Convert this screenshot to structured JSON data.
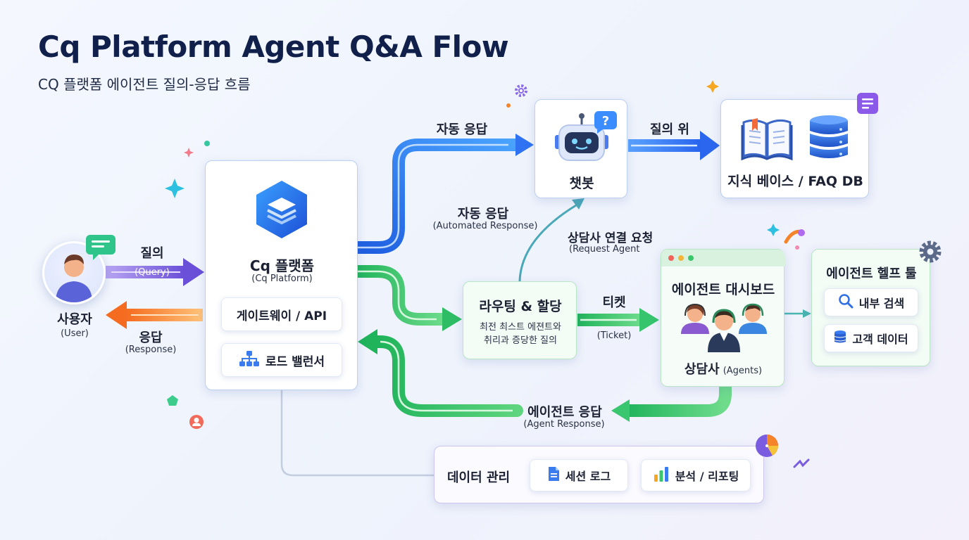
{
  "header": {
    "title": "Cq Platform Agent Q&A Flow",
    "subtitle": "CQ 플랫폼 에이전트 질의-응답 흐름"
  },
  "user": {
    "label": "사용자",
    "sublabel": "(User)"
  },
  "flows": {
    "query": {
      "label": "질의",
      "sublabel": "(Query)"
    },
    "response": {
      "label": "응답",
      "sublabel": "(Response)"
    },
    "auto_reply_top": {
      "label": "자동 응답"
    },
    "auto_reply_mid": {
      "label": "자동 응답",
      "sublabel": "(Automated Response)"
    },
    "delegate": {
      "label": "질의 위"
    },
    "request_agent": {
      "label": "상담사 연결 요청",
      "sublabel": "(Request Agent"
    },
    "ticket": {
      "label": "티켓",
      "sublabel": "(Ticket)"
    },
    "agent_response": {
      "label": "에이전트 응답",
      "sublabel": "(Agent Response)"
    }
  },
  "platform": {
    "title": "Cq 플랫폼",
    "subtitle": "(Cq Platform)",
    "gateway_label": "게이트웨이 / API",
    "load_balancer_label": "로드 밸런서"
  },
  "chatbot": {
    "label": "챗봇"
  },
  "knowledge_base": {
    "label": "지식 베이스 / FAQ DB"
  },
  "routing": {
    "title": "라우팅 & 할당",
    "line1": "최전 최스트 에젼트와",
    "line2": "취리과 증당한 질의"
  },
  "dashboard": {
    "title": "에이전트 대시보드",
    "agents_label": "상담사",
    "agents_sublabel": "(Agents)"
  },
  "help_tools": {
    "title": "에이전트 헬프 툴",
    "search_label": "내부 검색",
    "customer_data_label": "고객 데이터"
  },
  "data_management": {
    "title": "데이터 관리",
    "session_log_label": "세션 로그",
    "analytics_label": "분석 / 리포팅"
  },
  "colors": {
    "blue_flow": "#2e6ff0",
    "green_flow": "#2fbf6a",
    "purple_flow": "#7a5ce0",
    "orange_flow": "#f5832a",
    "teal_flow": "#4aa8b8"
  }
}
